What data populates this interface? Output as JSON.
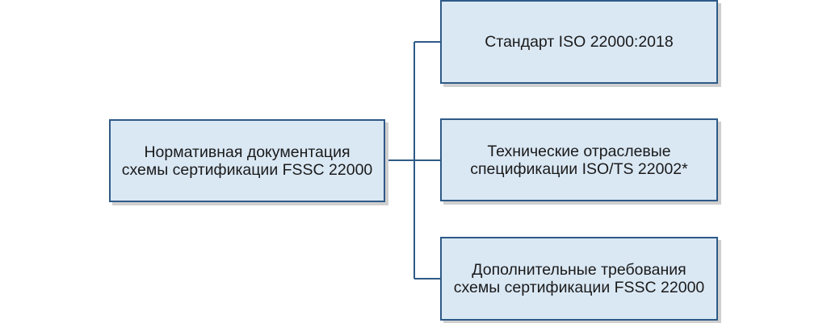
{
  "diagram": {
    "root": {
      "label": "Нормативная документация схемы сертификации FSSC 22000"
    },
    "children": [
      {
        "label": "Стандарт ISO 22000:2018"
      },
      {
        "label": "Технические отраслевые спецификации ISO/TS 22002*"
      },
      {
        "label": "Дополнительные требования схемы сертификации FSSC 22000"
      }
    ],
    "colors": {
      "box_fill": "#dae8f4",
      "box_border": "#2e5a87",
      "connector": "#2e5a87",
      "shadow": "#cfcfcf"
    }
  }
}
